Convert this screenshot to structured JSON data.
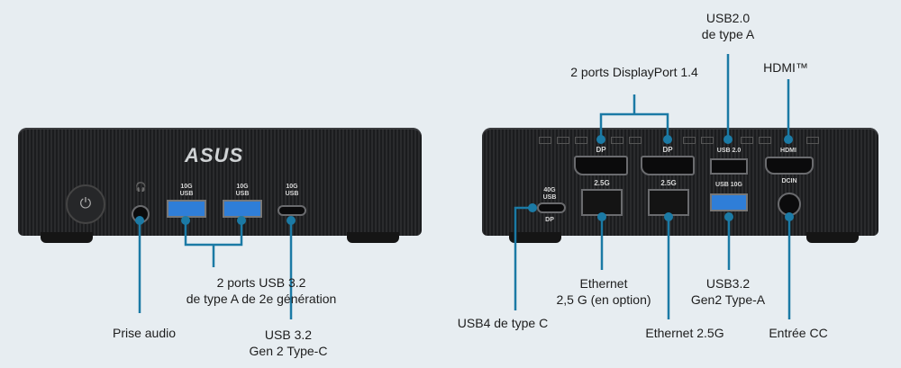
{
  "colors": {
    "callout": "#1b7aa5",
    "background": "#e7edf1"
  },
  "front": {
    "logo": "ASUS",
    "port_marks": {
      "usb_a1": "10G USB",
      "usb_a2": "10G USB",
      "usb_c": "10G USB"
    },
    "labels": {
      "audio": "Prise audio",
      "usb_a_line1": "2 ports USB 3.2",
      "usb_a_line2": "de type A de 2e génération",
      "usb_c_line1": "USB 3.2",
      "usb_c_line2": "Gen 2 Type-C"
    }
  },
  "rear": {
    "port_marks": {
      "dp1": "DP",
      "dp2": "DP",
      "usb2": "USB 2.0",
      "hdmi": "HDMI",
      "usb4_top": "40G USB",
      "usb4_bottom": "DP",
      "eth1": "2.5G",
      "eth2": "2.5G",
      "usb10": "USB 10G",
      "dcin": "DCIN"
    },
    "labels": {
      "dp": "2 ports DisplayPort 1.4",
      "usb2_line1": "USB2.0",
      "usb2_line2": "de type A",
      "hdmi": "HDMI™",
      "usb4": "USB4 de type C",
      "eth_opt_line1": "Ethernet",
      "eth_opt_line2": "2,5 G (en option)",
      "eth": "Ethernet 2.5G",
      "usb32_line1": "USB3.2",
      "usb32_line2": "Gen2 Type-A",
      "dc": "Entrée CC"
    }
  }
}
